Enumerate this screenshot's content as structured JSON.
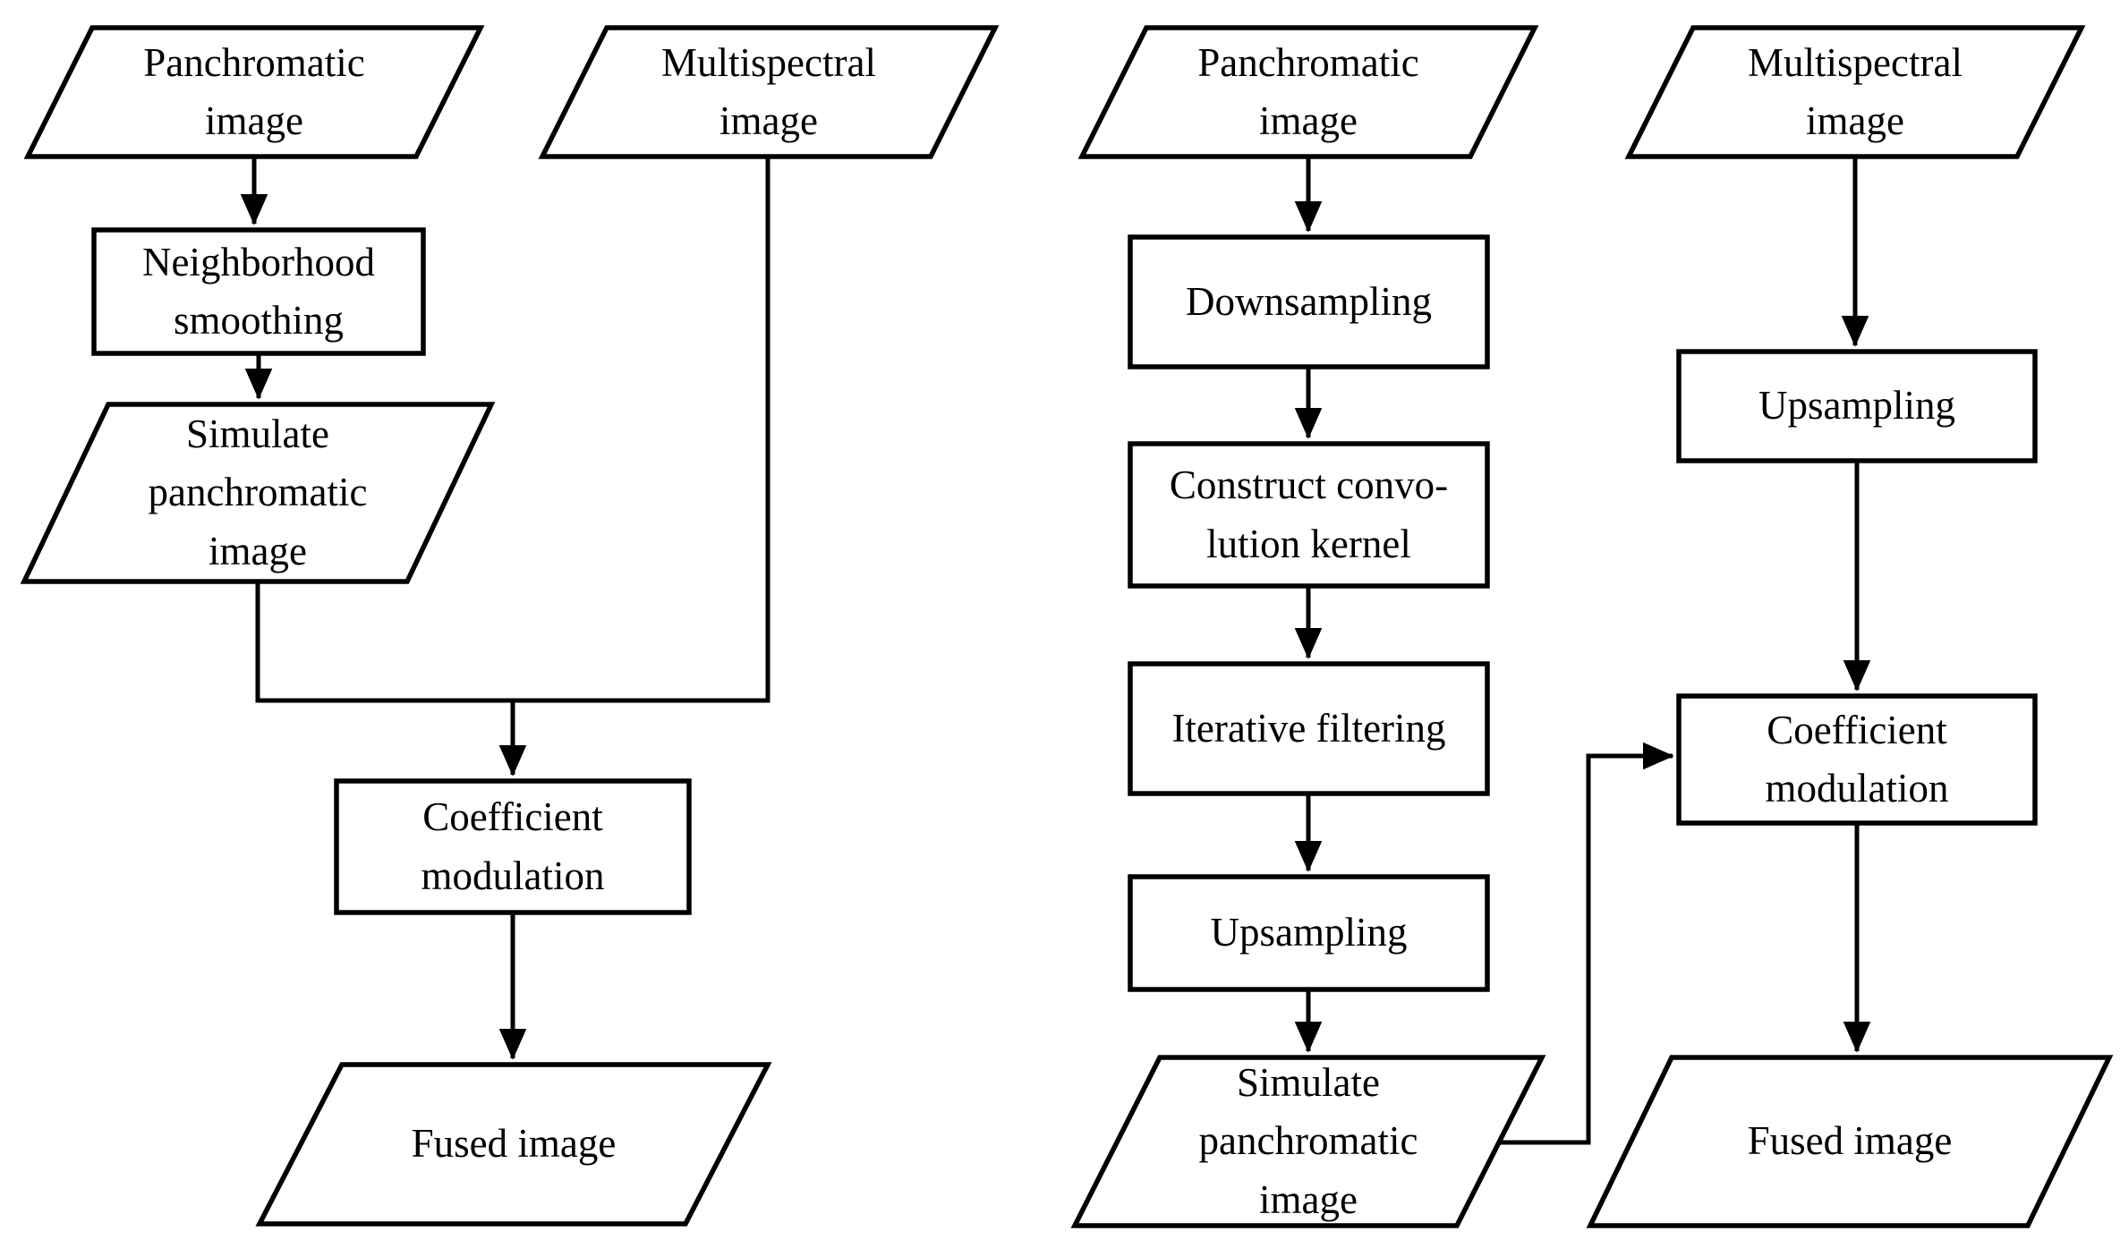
{
  "figure": {
    "type": "flowchart",
    "background_color": "#ffffff",
    "stroke_color": "#000000",
    "text_color": "#000000"
  },
  "left_flowchart": {
    "panchromatic_input": [
      "Panchromatic",
      "image"
    ],
    "multispectral_input": [
      "Multispectral",
      "image"
    ],
    "neighborhood_smoothing": [
      "Neighborhood",
      "smoothing"
    ],
    "simulate_panchromatic": [
      "Simulate",
      "panchromatic",
      "image"
    ],
    "coefficient_modulation": [
      "Coefficient",
      "modulation"
    ],
    "fused_image": [
      "Fused image"
    ]
  },
  "right_flowchart": {
    "panchromatic_input": [
      "Panchromatic",
      "image"
    ],
    "multispectral_input": [
      "Multispectral",
      "image"
    ],
    "downsampling": [
      "Downsampling"
    ],
    "construct_convolution_kernel": [
      "Construct convo-",
      "lution kernel"
    ],
    "iterative_filtering": [
      "Iterative filtering"
    ],
    "upsampling_pan": [
      "Upsampling"
    ],
    "upsampling_ms": [
      "Upsampling"
    ],
    "coefficient_modulation": [
      "Coefficient",
      "modulation"
    ],
    "simulate_panchromatic": [
      "Simulate",
      "panchromatic",
      "image"
    ],
    "fused_image": [
      "Fused image"
    ]
  }
}
